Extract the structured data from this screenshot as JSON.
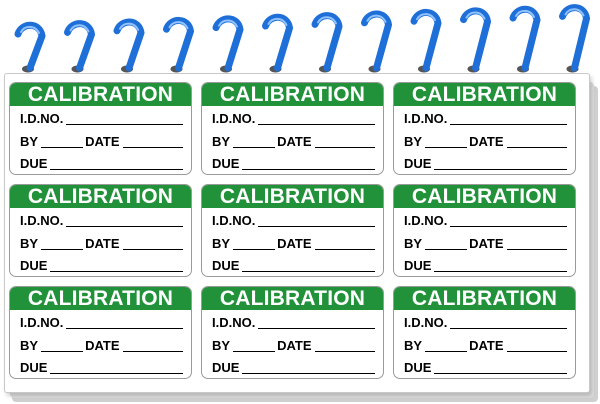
{
  "sheet": {
    "header_color": "#22923a",
    "coil_color": "#1f6fd8",
    "labels": [
      {
        "title": "CALIBRATION",
        "id_label": "I.D.NO.",
        "by_label": "BY",
        "date_label": "DATE",
        "due_label": "DUE"
      },
      {
        "title": "CALIBRATION",
        "id_label": "I.D.NO.",
        "by_label": "BY",
        "date_label": "DATE",
        "due_label": "DUE"
      },
      {
        "title": "CALIBRATION",
        "id_label": "I.D.NO.",
        "by_label": "BY",
        "date_label": "DATE",
        "due_label": "DUE"
      },
      {
        "title": "CALIBRATION",
        "id_label": "I.D.NO.",
        "by_label": "BY",
        "date_label": "DATE",
        "due_label": "DUE"
      },
      {
        "title": "CALIBRATION",
        "id_label": "I.D.NO.",
        "by_label": "BY",
        "date_label": "DATE",
        "due_label": "DUE"
      },
      {
        "title": "CALIBRATION",
        "id_label": "I.D.NO.",
        "by_label": "BY",
        "date_label": "DATE",
        "due_label": "DUE"
      },
      {
        "title": "CALIBRATION",
        "id_label": "I.D.NO.",
        "by_label": "BY",
        "date_label": "DATE",
        "due_label": "DUE"
      },
      {
        "title": "CALIBRATION",
        "id_label": "I.D.NO.",
        "by_label": "BY",
        "date_label": "DATE",
        "due_label": "DUE"
      },
      {
        "title": "CALIBRATION",
        "id_label": "I.D.NO.",
        "by_label": "BY",
        "date_label": "DATE",
        "due_label": "DUE"
      }
    ]
  }
}
